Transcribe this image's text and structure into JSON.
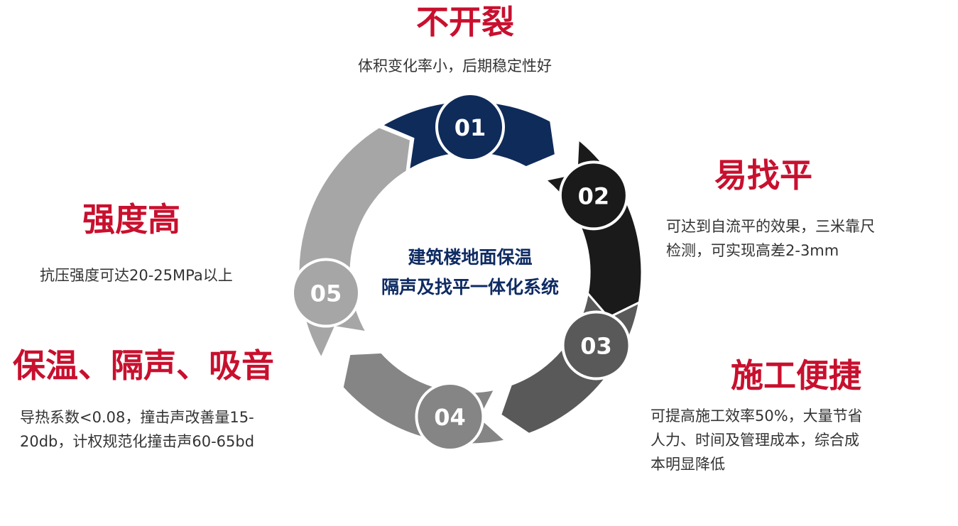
{
  "center": {
    "line1": "建筑楼地面保温",
    "line2": "隔声及找平一体化系统"
  },
  "features": [
    {
      "number": "01",
      "title": "不开裂",
      "desc": "体积变化率小，后期稳定性好",
      "color": "#0f2b5a"
    },
    {
      "number": "02",
      "title": "易找平",
      "desc_lines": [
        "可达到自流平的效果，三米靠尺",
        "检测，可实现高差2-3mm"
      ],
      "color": "#1a1a1a"
    },
    {
      "number": "03",
      "title": "施工便捷",
      "desc_lines": [
        "可提高施工效率50%，大量节省",
        "人力、时间及管理成本，综合成",
        "本明显降低"
      ],
      "color": "#595959"
    },
    {
      "number": "04",
      "title": "保温、隔声、吸音",
      "desc_lines": [
        "导热系数<0.08，撞击声改善量15-",
        "20db，计权规范化撞击声60-65bd"
      ],
      "color": "#858585"
    },
    {
      "number": "05",
      "title": "强度高",
      "desc": "抗压强度可达20-25MPa以上",
      "color": "#a6a6a6"
    }
  ],
  "colors": {
    "title_red": "#c8102e",
    "center_text": "#0f2b63"
  }
}
